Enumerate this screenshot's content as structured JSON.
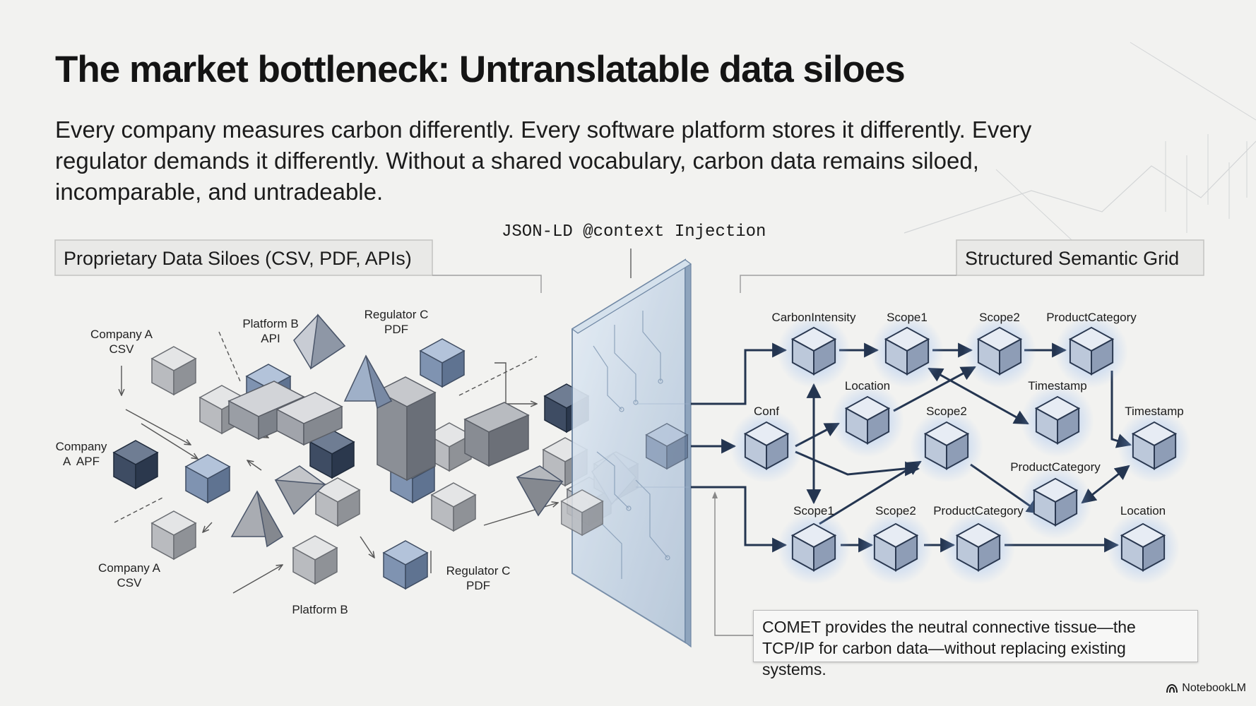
{
  "title": "The market bottleneck: Untranslatable data siloes",
  "subtitle": "Every company measures carbon differently. Every software platform stores it differently. Every regulator demands it differently. Without a shared vocabulary, carbon data remains siloed, incomparable, and untradeable.",
  "left_panel": {
    "header": "Proprietary Data Siloes (CSV, PDF, APIs)",
    "labels": {
      "company_a_csv_top": [
        "Company A",
        "CSV"
      ],
      "platform_b_api": [
        "Platform B",
        "API"
      ],
      "regulator_c_pdf_top": [
        "Regulator C",
        "PDF"
      ],
      "company_a_apf": [
        "Company",
        "A  APF"
      ],
      "company_a_csv_bottom": [
        "Company A",
        "CSV"
      ],
      "platform_b_bottom": [
        "Platform B"
      ],
      "regulator_c_pdf_bottom": [
        "Regulator C",
        "PDF"
      ]
    }
  },
  "center": {
    "label": "JSON-LD @context Injection"
  },
  "right_panel": {
    "header": "Structured Semantic Grid",
    "nodes": {
      "carbon_intensity": "CarbonIntensity",
      "scope1_top": "Scope1",
      "scope2_top": "Scope2",
      "product_category_top": "ProductCategory",
      "location_mid": "Location",
      "timestamp_mid": "Timestamp",
      "conf": "Conf",
      "scope2_mid": "Scope2",
      "timestamp_right": "Timestamp",
      "product_category_mid": "ProductCategory",
      "scope1_bottom": "Scope1",
      "scope2_bottom": "Scope2",
      "product_category_bottom": "ProductCategory",
      "location_bottom": "Location"
    }
  },
  "note": "COMET provides the neutral connective tissue—the TCP/IP for carbon data—without replacing existing systems.",
  "brand": "NotebookLM",
  "colors": {
    "node_fill": "#b7c3d6",
    "node_glow": "#9fc0f2",
    "arrow": "#243550",
    "panel_bg": "#eaeae8"
  }
}
